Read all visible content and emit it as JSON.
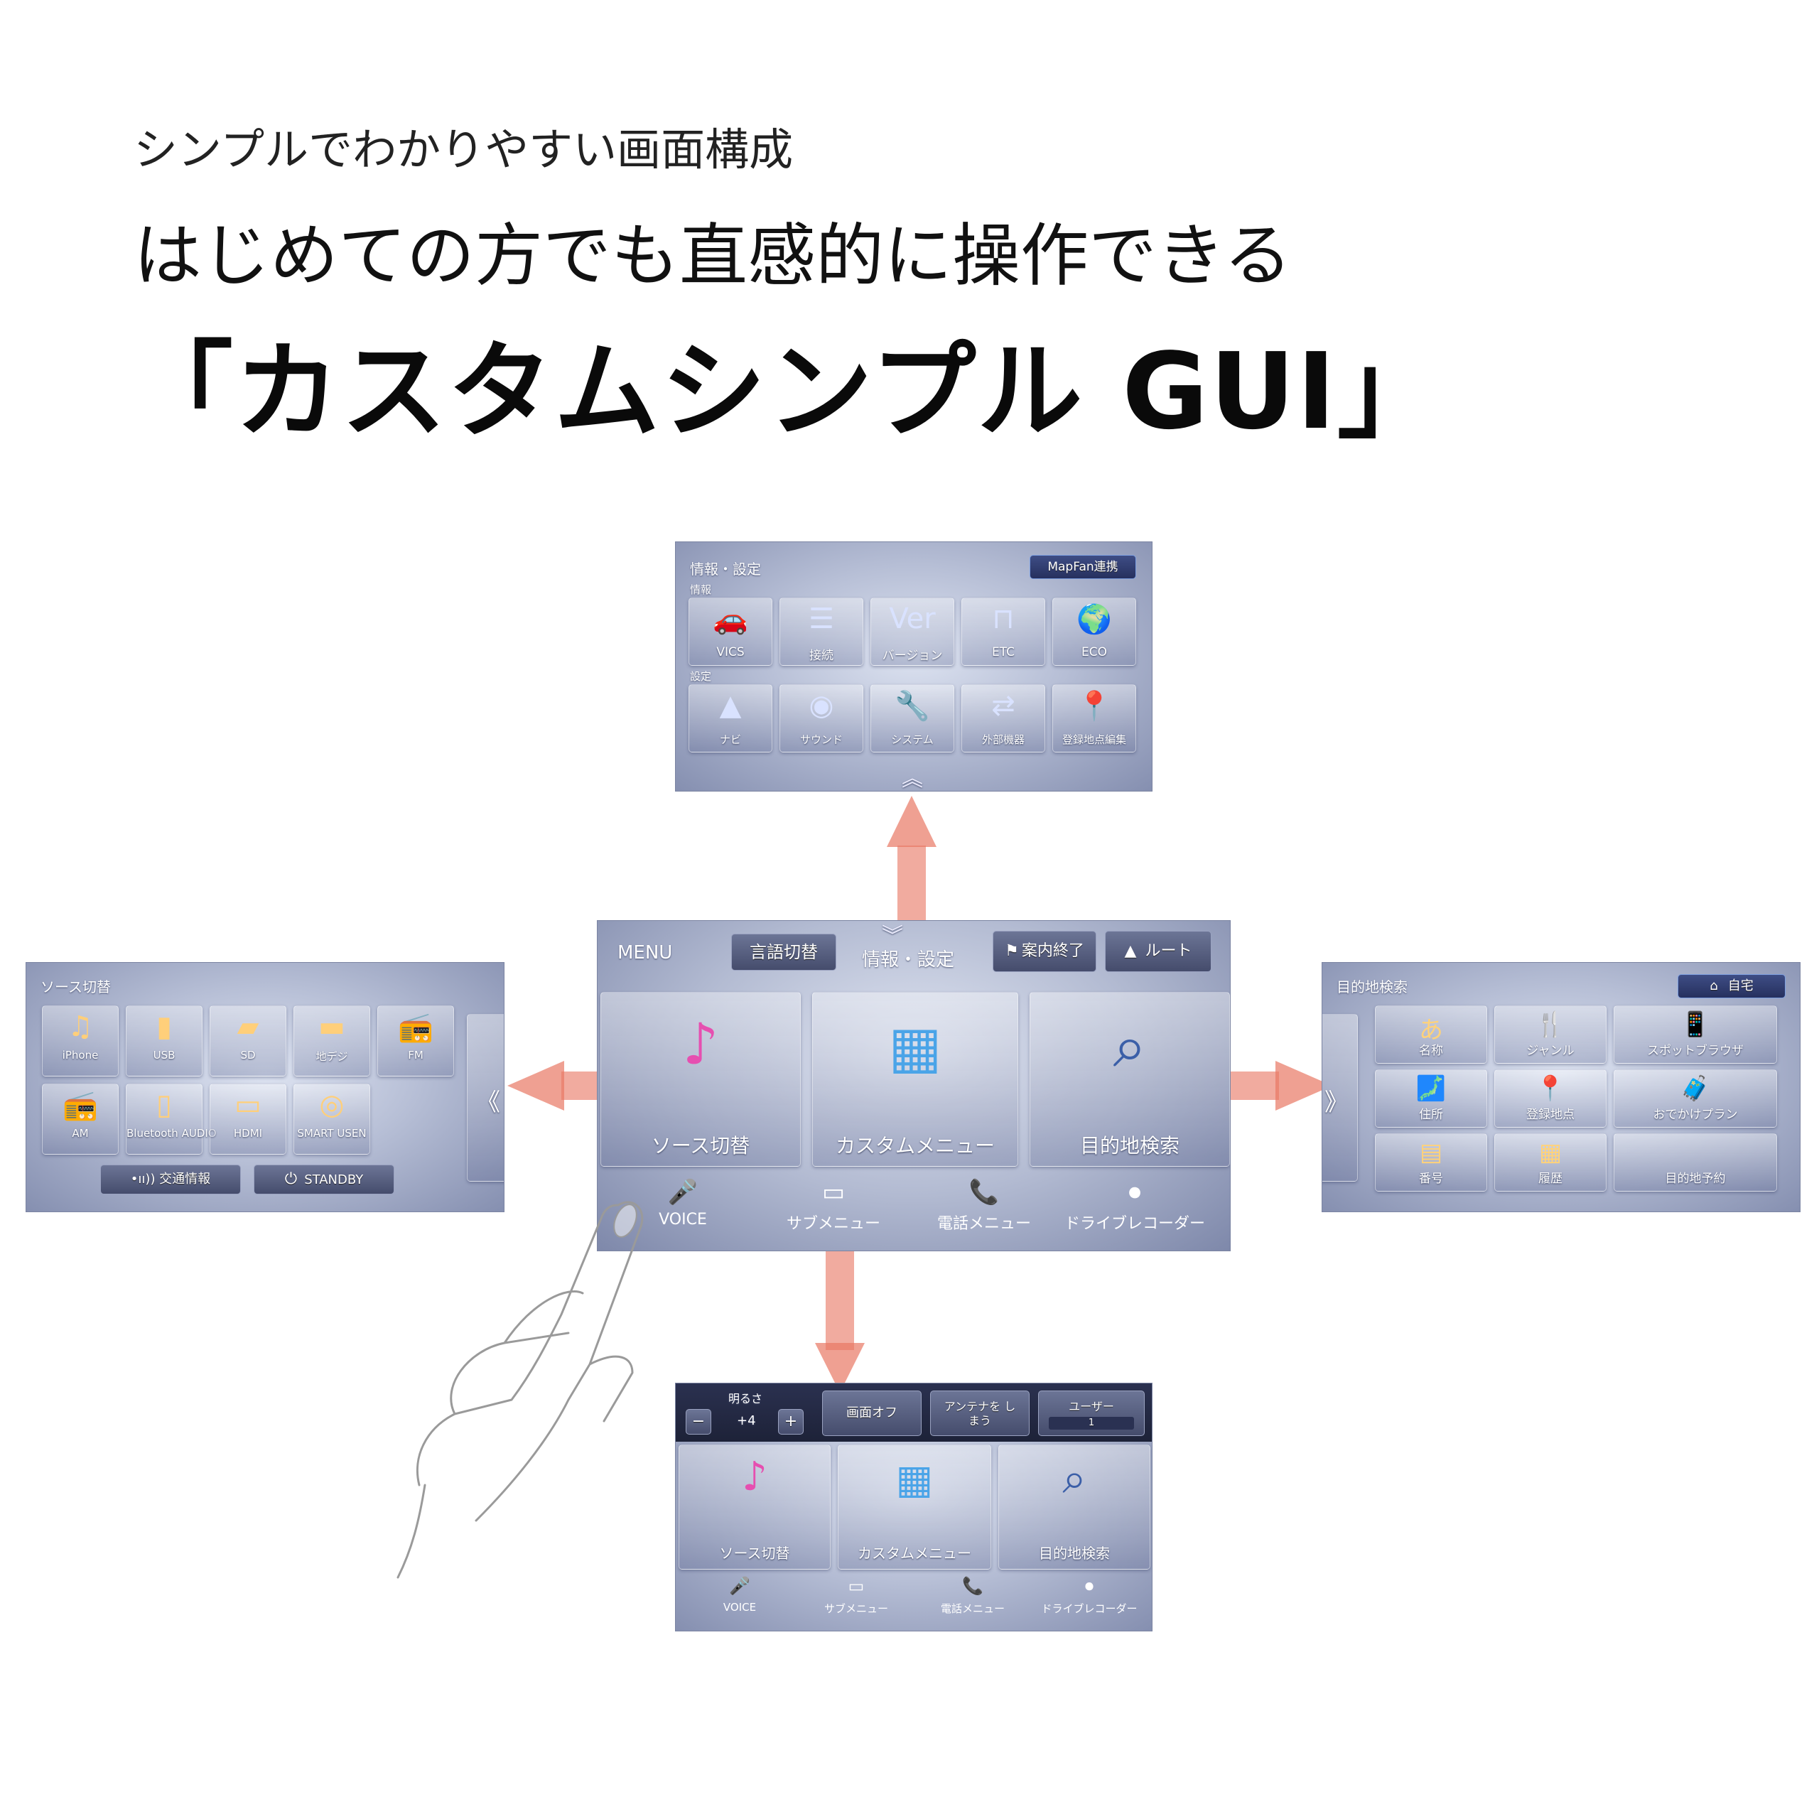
{
  "header": {
    "subtitle": "シンプルでわかりやすい画面構成",
    "headline": "はじめての方でも直感的に操作できる",
    "title": "「カスタムシンプル GUI」"
  },
  "top_screen": {
    "title": "情報・設定",
    "mapfan_button": "MapFan連携",
    "section_info": "情報",
    "section_settings": "設定",
    "info_items": [
      {
        "icon": "car-icon",
        "glyph": "🚗",
        "label": "VICS"
      },
      {
        "icon": "connection-icon",
        "glyph": "☰",
        "label": "接続"
      },
      {
        "icon": "version-icon",
        "glyph": "Ver",
        "label": "バージョン"
      },
      {
        "icon": "etc-gate-icon",
        "glyph": "⊓",
        "label": "ETC"
      },
      {
        "icon": "globe-icon",
        "glyph": "🌍",
        "label": "ECO"
      }
    ],
    "settings_items": [
      {
        "icon": "compass-icon",
        "glyph": "▲",
        "label": "ナビ"
      },
      {
        "icon": "speaker-icon",
        "glyph": "◉",
        "label": "サウンド"
      },
      {
        "icon": "wrench-icon",
        "glyph": "🔧",
        "label": "システム"
      },
      {
        "icon": "swap-icon",
        "glyph": "⇄",
        "label": "外部機器"
      },
      {
        "icon": "pin-icon",
        "glyph": "📍",
        "label": "登録地点編集"
      }
    ]
  },
  "left_screen": {
    "title": "ソース切替",
    "items": [
      {
        "icon": "music-note-icon",
        "glyph": "♫",
        "label": "iPhone"
      },
      {
        "icon": "usb-icon",
        "glyph": "▮",
        "label": "USB"
      },
      {
        "icon": "sd-card-icon",
        "glyph": "▰",
        "label": "SD"
      },
      {
        "icon": "tv-icon",
        "glyph": "▬",
        "label": "地デジ"
      },
      {
        "icon": "radio-icon",
        "glyph": "📻",
        "label": "FM"
      },
      {
        "icon": "radio-am-icon",
        "glyph": "📻",
        "label": "AM"
      },
      {
        "icon": "phone-icon",
        "glyph": "▯",
        "label": "Bluetooth AUDIO"
      },
      {
        "icon": "hdmi-icon",
        "glyph": "▭",
        "label": "HDMI"
      },
      {
        "icon": "smart-usen-icon",
        "glyph": "◎",
        "label": "SMART USEN"
      }
    ],
    "traffic_button": "•ıı)) 交通情報",
    "standby_button": "STANDBY"
  },
  "center_screen": {
    "menu_label": "MENU",
    "language_button": "言語切替",
    "title": "情報・設定",
    "guide_end_button": "案内終了",
    "route_button": "ルート",
    "main_tiles": [
      "ソース切替",
      "カスタムメニュー",
      "目的地検索"
    ],
    "bottom_items": [
      {
        "icon": "microphone-icon",
        "glyph": "🎤",
        "label": "VOICE"
      },
      {
        "icon": "submenu-icon",
        "glyph": "▭",
        "label": "サブメニュー"
      },
      {
        "icon": "phone-handset-icon",
        "glyph": "📞",
        "label": "電話メニュー"
      },
      {
        "icon": "camera-icon",
        "glyph": "⏺",
        "label": "ドライブレコーダー"
      }
    ]
  },
  "right_screen": {
    "title": "目的地検索",
    "home_button": "自宅",
    "items": [
      {
        "icon": "name-icon",
        "glyph": "あ",
        "label": "名称"
      },
      {
        "icon": "genre-icon",
        "glyph": "🍴",
        "label": "ジャンル"
      },
      {
        "icon": "spot-browser-icon",
        "glyph": "📱",
        "label": "スポットブラウザ"
      },
      {
        "icon": "map-japan-icon",
        "glyph": "🗾",
        "label": "住所"
      },
      {
        "icon": "registered-pin-icon",
        "glyph": "📍",
        "label": "登録地点"
      },
      {
        "icon": "outing-plan-icon",
        "glyph": "🧳",
        "label": "おでかけプラン"
      },
      {
        "icon": "number-icon",
        "glyph": "▤",
        "label": "番号"
      },
      {
        "icon": "history-icon",
        "glyph": "▦",
        "label": "履歴"
      },
      {
        "icon": "reservation-icon",
        "glyph": "",
        "label": "目的地予約"
      }
    ]
  },
  "bottom_screen": {
    "brightness_label": "明るさ",
    "brightness_minus": "−",
    "brightness_value": "+4",
    "brightness_plus": "+",
    "screen_off_button": "画面オフ",
    "antenna_button": "アンテナを しまう",
    "user_label": "ユーザー",
    "user_value": "1",
    "main_tiles": [
      "ソース切替",
      "カスタムメニュー",
      "目的地検索"
    ],
    "bottom_items": [
      {
        "icon": "microphone-icon",
        "glyph": "🎤",
        "label": "VOICE"
      },
      {
        "icon": "submenu-icon",
        "glyph": "▭",
        "label": "サブメニュー"
      },
      {
        "icon": "phone-handset-icon",
        "glyph": "📞",
        "label": "電話メニュー"
      },
      {
        "icon": "camera-icon",
        "glyph": "⏺",
        "label": "ドライブレコーダー"
      }
    ]
  },
  "colors": {
    "arrow": "#e8786a",
    "screen_base": "#9aa3c2",
    "button_dark": "#4d5575"
  }
}
